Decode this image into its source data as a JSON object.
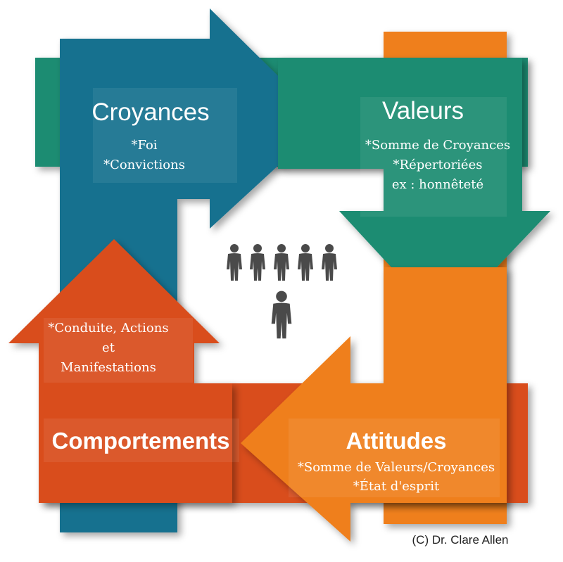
{
  "colors": {
    "croyances": "#17718f",
    "valeurs": "#1f8c72",
    "attitudes": "#ef7f1a",
    "comportements": "#d94e1f",
    "people": "#4a4a4a"
  },
  "croyances": {
    "title": "Croyances",
    "lines": [
      "*Foi",
      "*Convictions"
    ]
  },
  "valeurs": {
    "title": "Valeurs",
    "lines": [
      "*Somme de Croyances",
      "*Répertoriées",
      "ex : honnêteté"
    ]
  },
  "attitudes": {
    "title": "Attitudes",
    "lines": [
      "*Somme de Valeurs/Croyances",
      "*État d'esprit"
    ]
  },
  "comportements": {
    "title": "Comportements",
    "lines": [
      "*Conduite, Actions",
      "et",
      "Manifestations"
    ]
  },
  "people": {
    "icon": "person-icon",
    "group_count": 5,
    "single_count": 1
  },
  "credit": "(C) Dr. Clare Allen"
}
